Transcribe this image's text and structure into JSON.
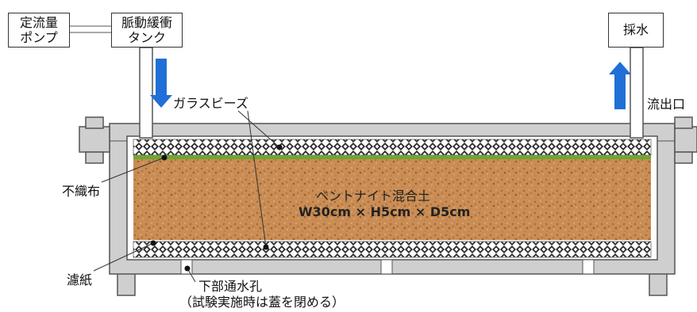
{
  "labels": {
    "pump_line1": "定流量",
    "pump_line2": "ポンプ",
    "tank_line1": "脈動緩衝",
    "tank_line2": "タンク",
    "sampling": "採水",
    "outlet": "流出口",
    "glass_beads": "ガラスビーズ",
    "nonwoven": "不織布",
    "filter_paper": "濾紙",
    "bentonite_line1": "ベントナイト混合土",
    "bentonite_line2": "W30cm × H5cm × D5cm",
    "drain_line1": "下部通水孔",
    "drain_line2": "（試験実施時は蓋を閉める）"
  },
  "colors": {
    "housing": "#cfcfcf",
    "housing_stroke": "#555555",
    "soil": "#c68a52",
    "soil_dark": "#a56a34",
    "nonwoven": "#6fa632",
    "beads_dark": "#222222",
    "arrow_blue": "#1f6fd6"
  }
}
